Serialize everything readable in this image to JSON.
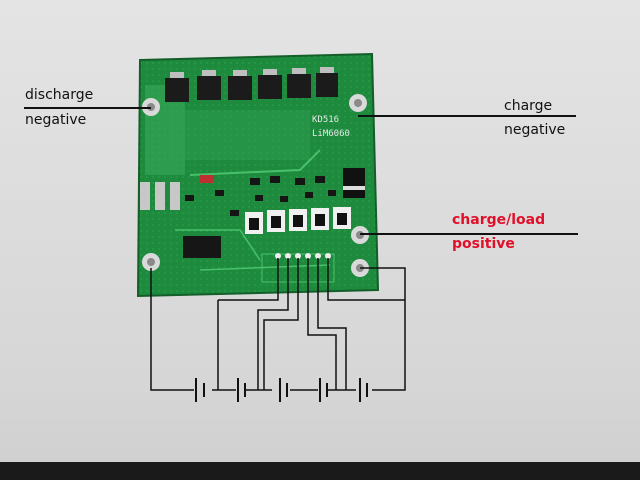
{
  "labels": {
    "discharge_line1": "discharge",
    "discharge_line2": "negative",
    "charge_line1": "charge",
    "charge_line2": "negative",
    "chargeload_line1": "charge/load",
    "chargeload_line2": "positive"
  },
  "board_marking": {
    "line1": "KD516",
    "line2": "LiM6060"
  },
  "colors": {
    "background": "#dcdcdc",
    "pcb": "#1d8a3d",
    "accent_red": "#e0102a",
    "wire": "#111111"
  }
}
